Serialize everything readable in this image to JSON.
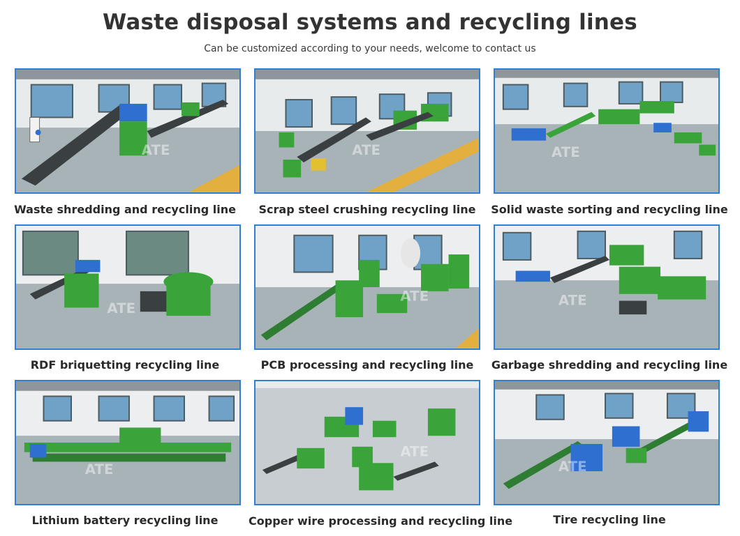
{
  "header": {
    "title": "Waste disposal systems and recycling lines",
    "subtitle": "Can be customized according to your needs, welcome to contact us"
  },
  "watermark": "ATE",
  "colors": {
    "border": "#2f7fd6",
    "machine_green": "#3aa33a",
    "machine_blue": "#2f6fd0",
    "floor": "#aab4b8"
  },
  "tiles": [
    {
      "caption": "Waste shredding and recycling line"
    },
    {
      "caption": "Scrap steel crushing recycling line"
    },
    {
      "caption": "Solid waste sorting and recycling line"
    },
    {
      "caption": "RDF briquetting recycling line"
    },
    {
      "caption": "PCB processing and recycling line"
    },
    {
      "caption": "Garbage shredding and recycling line"
    },
    {
      "caption": "Lithium battery recycling line"
    },
    {
      "caption": "Copper wire processing and recycling line"
    },
    {
      "caption": "Tire recycling line"
    }
  ]
}
